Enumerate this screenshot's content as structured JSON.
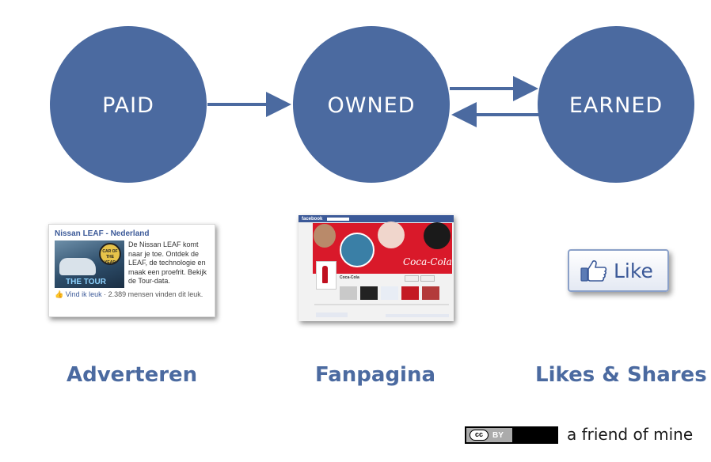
{
  "diagram": {
    "nodes": [
      {
        "id": "paid",
        "label": "PAID"
      },
      {
        "id": "owned",
        "label": "OWNED"
      },
      {
        "id": "earned",
        "label": "EARNED"
      }
    ],
    "edges": [
      {
        "from": "paid",
        "to": "owned"
      },
      {
        "from": "owned",
        "to": "earned"
      },
      {
        "from": "earned",
        "to": "owned"
      }
    ],
    "colors": {
      "node": "#4b6aa0",
      "arrow": "#4b6aa0",
      "caption": "#4b6aa0"
    }
  },
  "ad": {
    "title": "Nissan LEAF - Nederland",
    "badge": "CAR OF THE YEAR",
    "image_caption": "THE TOUR",
    "body": "De Nissan LEAF komt naar je toe. Ontdek de LEAF, de technologie en maak een proefrit. Bekijk de Tour-data.",
    "like_link": "Vind ik leuk",
    "like_count": "· 2.389 mensen vinden dit leuk."
  },
  "fanpage": {
    "site": "facebook",
    "brand": "Coca-Cola",
    "page_name": "Coca-Cola"
  },
  "like_button": {
    "label": "Like",
    "icon": "thumbs-up-icon"
  },
  "captions": {
    "paid": "Adverteren",
    "owned": "Fanpagina",
    "earned": "Likes & Shares"
  },
  "license": {
    "cc": "cc",
    "by": "BY",
    "credit": "a friend of mine"
  }
}
